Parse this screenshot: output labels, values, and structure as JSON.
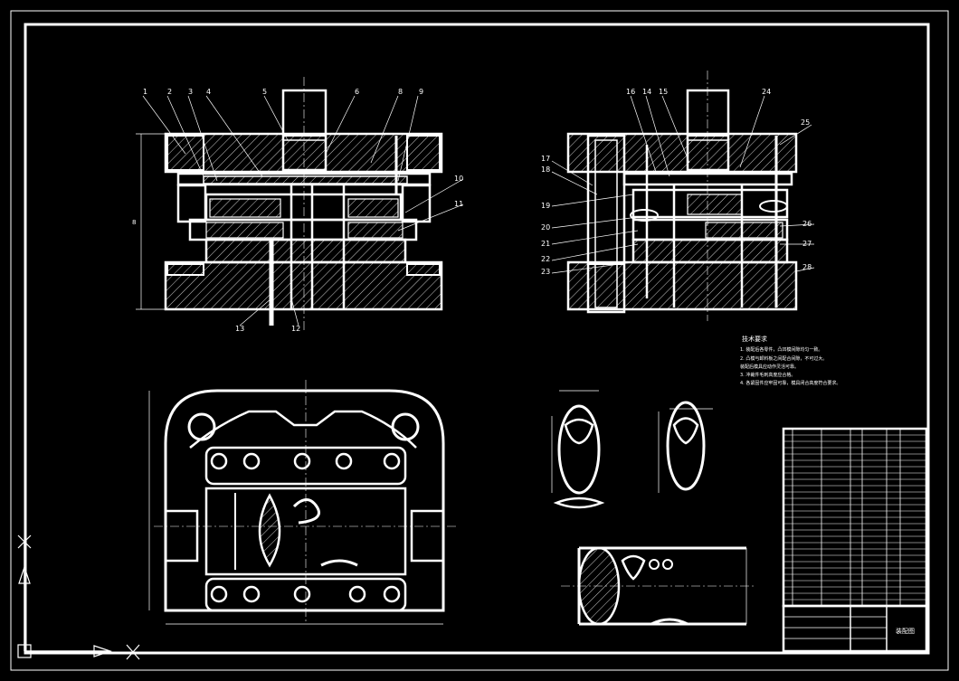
{
  "drawing": {
    "background": "#000000",
    "line_color": "#ffffff",
    "balloons_front": [
      "1",
      "2",
      "3",
      "4",
      "5",
      "6",
      "8",
      "9",
      "10",
      "11",
      "12",
      "13"
    ],
    "balloons_side": [
      "14",
      "15",
      "16",
      "17",
      "18",
      "19",
      "20",
      "21",
      "22",
      "23",
      "24",
      "25",
      "26",
      "27",
      "28"
    ],
    "dimension_height": "8"
  },
  "tech_req": {
    "title": "技术要求",
    "lines": [
      "1. 装配后各零件，凸凹模间隙均匀一致。",
      "2. 凸模与卸料板之间配合间隙，不可过大。",
      "   装配后模具应动作灵活可靠。",
      "3. 冲裁件毛刺高度应合格。",
      "4. 各紧固件应牢固可靠，模具闭合高度符合要求。"
    ]
  },
  "title_block": {
    "drawing_name": "装配图"
  },
  "icons": [
    "ucs-icon",
    "crosshair-icon"
  ]
}
